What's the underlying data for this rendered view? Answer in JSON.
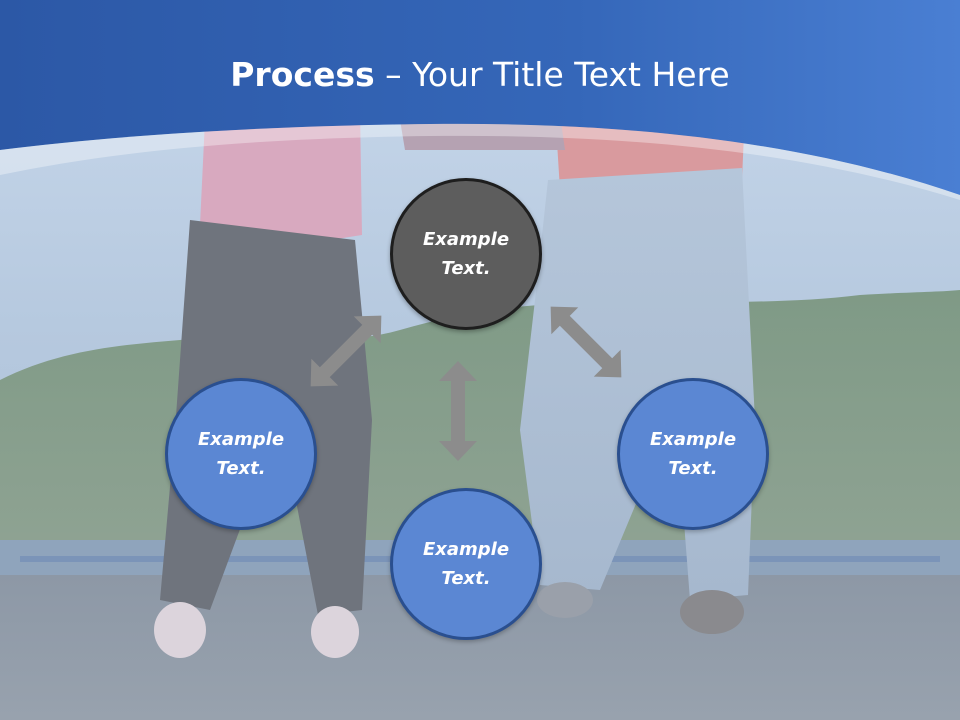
{
  "slide": {
    "title_bold": "Process",
    "title_rest": " – Your Title Text Here",
    "nodes": {
      "top": "Example Text.",
      "left": "Example Text.",
      "right": "Example Text.",
      "bottom": "Example Text."
    }
  },
  "colors": {
    "header_blue": "#2f5faf",
    "node_blue": "#5b87d3",
    "node_dark": "#5d5d5d",
    "arrow_gray": "#8c8c8c"
  },
  "icons": {
    "arrows": [
      "double-arrow-icon",
      "double-arrow-icon",
      "double-arrow-icon"
    ]
  }
}
